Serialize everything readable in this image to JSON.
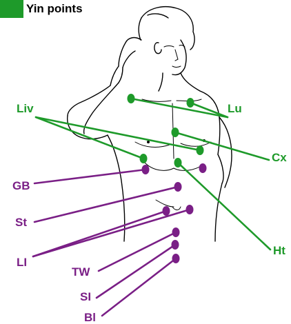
{
  "legend": {
    "label": "Yin points",
    "swatch_color": "#1e9a2a"
  },
  "colors": {
    "yin": "#1e9a2a",
    "yang": "#7a1f86"
  },
  "labels": {
    "liv": "Liv",
    "lu": "Lu",
    "cx": "Cx",
    "ht": "Ht",
    "gb": "GB",
    "st": "St",
    "li": "LI",
    "tw": "TW",
    "si": "SI",
    "bl": "Bl"
  }
}
